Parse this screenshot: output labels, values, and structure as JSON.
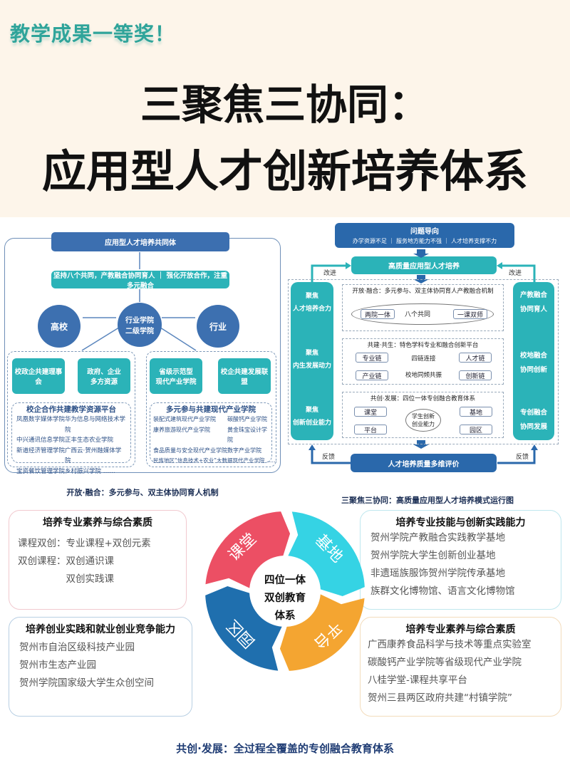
{
  "header": {
    "badge": "教学成果一等奖！",
    "title_line1": "三聚焦三协同：",
    "title_line2": "应用型人才创新培养体系"
  },
  "left_diagram": {
    "top_bar": "应用型人才培养共同体",
    "principle_bar": "坚持八个共同，产教融合协同育人 ｜ 强化开放合作，注重多元融合",
    "circles": [
      "高校",
      "行业学院\n二级学院",
      "行业"
    ],
    "teal_boxes": [
      "校政企共建理事会",
      "政府、企业\n多方资源",
      "省级示范型\n现代产业学院",
      "校企共建发展联盟"
    ],
    "left_list": {
      "title": "校企合作共建教学资源平台",
      "items": [
        "凤凰数字媒体学院",
        "华为信息与网络技术学院",
        "中兴通讯信息学院",
        "正丰生态农业学院",
        "新道经济管理学院",
        "广西云·贺州融媒体学院",
        "宝资餐饮管理学院",
        "乡村振兴学院 ……"
      ]
    },
    "right_list": {
      "title": "多元参与共建现代产业学院",
      "items": [
        "装配式建筑现代产业学院",
        "碳酸钙产业学院",
        "康养旅游现代产业学院",
        "黄金珠宝设计学院",
        "食品质量与安全现代产业学院",
        "数字产业学院",
        "民族地区“信息技术+农业”大数据现代产业学院 ……"
      ]
    },
    "caption": "开放·融合：多元参与、双主体协同育人机制"
  },
  "right_diagram": {
    "problem": {
      "title": "问题导向",
      "subtitle": "办学资源不足 ｜ 服务地方能力不强 ｜ 人才培养支撑不力"
    },
    "goal": "高质量应用型人才培养",
    "improve": "改进",
    "feedback": "反馈",
    "left_col": [
      "聚焦\n人才培养合力",
      "聚焦\n内生发展动力",
      "聚焦\n创新创业能力"
    ],
    "right_col": [
      "产教融合\n协同育人",
      "校地融合\n协同创新",
      "专创融合\n协同发展"
    ],
    "box1": {
      "title": "开放·融合：多元参与、双主体协同育人产教融合机制",
      "a": "两院一体",
      "mid": "八个共同",
      "b": "一课双师"
    },
    "box2": {
      "title": "共建·共生：特色学科专业和融合创新平台",
      "chains": [
        "专业链",
        "人才链",
        "产业链",
        "创新链"
      ],
      "mid1": "四链连接",
      "mid2": "校地同频共振"
    },
    "box3": {
      "title": "共创·发展：四位一体专创融合教育体系",
      "nodes": [
        "课堂",
        "基地",
        "平台",
        "园区"
      ],
      "center": "学生创新\n创业能力"
    },
    "eval": "人才培养质量多维评价",
    "caption": "三聚焦三协同：高质量应用型人才培养模式运行图"
  },
  "bottom": {
    "center": "四位一体\n双创教育\n体系",
    "segments": [
      {
        "label": "课堂",
        "color": "#ec4f64"
      },
      {
        "label": "基地",
        "color": "#35d3e4"
      },
      {
        "label": "平台",
        "color": "#f4a531"
      },
      {
        "label": "园区",
        "color": "#1f6fae"
      }
    ],
    "cards": [
      {
        "title": "培养专业素养与综合素质",
        "lines": [
          "课程双创：专业课程+双创元素",
          "双创课程：双创通识课",
          "　　　　　双创实践课"
        ]
      },
      {
        "title": "培养专业技能与创新实践能力",
        "lines": [
          "贺州学院产教融合实践教学基地",
          "贺州学院大学生创新创业基地",
          "非遗瑶族服饰贺州学院传承基地",
          "族群文化博物馆、语言文化博物馆"
        ]
      },
      {
        "title": "培养创业实践和就业创业竞争能力",
        "lines": [
          "贺州市自治区级科技产业园",
          "贺州市生态产业园",
          "贺州学院国家级大学生众创空间"
        ]
      },
      {
        "title": "培养专业素养与综合素质",
        "lines": [
          "广西康养食品科学与技术等重点实验室",
          "碳酸钙产业学院等省级现代产业学院",
          "八桂学堂-课程共享平台",
          "贺州三县两区政府共建“村镇学院”"
        ]
      }
    ],
    "caption": "共创·发展：全过程全覆盖的专创融合教育体系"
  }
}
